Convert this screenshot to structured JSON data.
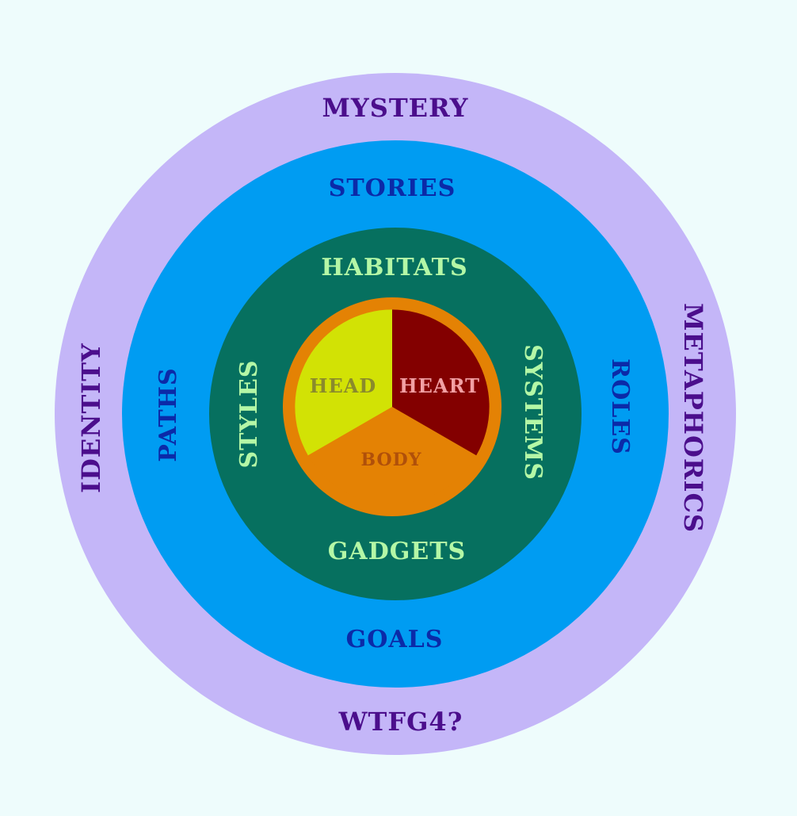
{
  "background_color": "#eefcfc",
  "rings": [
    {
      "name": "outer",
      "color": "#c4b6f8",
      "text_color": "#4b0e8c",
      "labels": {
        "top": "MYSTERY",
        "bottom": "WTFG4?",
        "left": "IDENTITY",
        "right": "METAPHORICS"
      }
    },
    {
      "name": "middle",
      "color": "#009cf2",
      "text_color": "#0b2aa8",
      "labels": {
        "top": "STORIES",
        "bottom": "GOALS",
        "left": "PATHS",
        "right": "ROLES"
      }
    },
    {
      "name": "inner",
      "color": "#06705f",
      "text_color": "#b4f7a6",
      "labels": {
        "top": "HABITATS",
        "bottom": "GADGETS",
        "left": "STYLES",
        "right": "SYSTEMS"
      }
    }
  ],
  "core": {
    "border_color": "#e48204",
    "segments": [
      {
        "name": "head",
        "label": "HEAD",
        "color": "#d2e205",
        "text_color": "#8a8a2c"
      },
      {
        "name": "heart",
        "label": "HEART",
        "color": "#830000",
        "text_color": "#f2a0a4"
      },
      {
        "name": "body",
        "label": "BODY",
        "color": "#e48204",
        "text_color": "#b0500a"
      }
    ]
  }
}
